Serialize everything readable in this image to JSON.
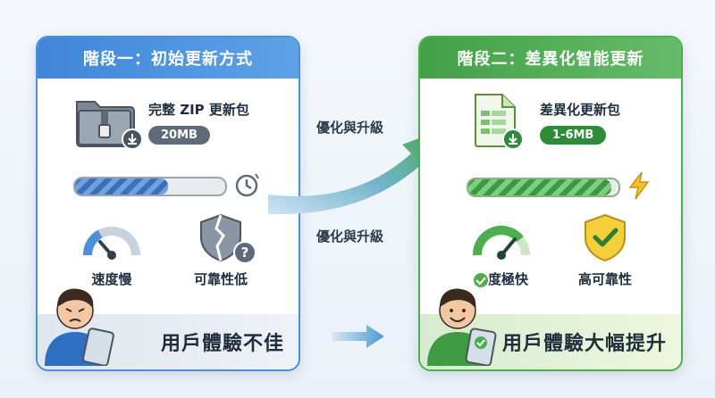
{
  "left_panel": {
    "header": "階段一：初始更新方式",
    "file_name": "完整 ZIP 更新包",
    "file_size": "20MB",
    "progress": 0.62,
    "metric_speed": "速度慢",
    "metric_reliability": "可靠性低",
    "footer": "用戶體驗不佳",
    "accent_color": "#4a8fd8"
  },
  "right_panel": {
    "header": "階段二：差異化智能更新",
    "file_name": "差異化更新包",
    "file_size": "1-6MB",
    "progress": 0.95,
    "metric_speed": "速度極快",
    "metric_reliability": "高可靠性",
    "footer": "用戶體驗大幅提升",
    "accent_color": "#4cae4f"
  },
  "middle": {
    "label_top": "優化與升級",
    "label_bottom": "優化與升級"
  },
  "icons": {
    "left": [
      "zip-folder-icon",
      "download-icon",
      "clock-icon",
      "slow-gauge-icon",
      "broken-shield-icon",
      "question-icon"
    ],
    "right": [
      "spreadsheet-file-icon",
      "download-icon",
      "lightning-icon",
      "fast-gauge-icon",
      "check-shield-icon"
    ]
  }
}
